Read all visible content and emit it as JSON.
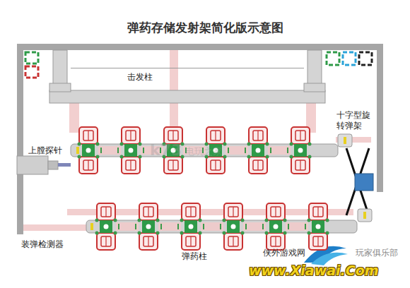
{
  "diagram": {
    "title": "弹药存储发射架简化版示意图",
    "nodes": [
      {
        "text": [
          "击发柱"
        ]
      }
    ],
    "edges": [],
    "labels": [
      "上膛探针",
      "十字型旋转弹架",
      "装弹检测器",
      "弹药柱",
      "k73",
      "电玩之家",
      "侠外游戏网",
      "玩家俱乐部",
      "www.Xiawai.Com"
    ]
  }
}
